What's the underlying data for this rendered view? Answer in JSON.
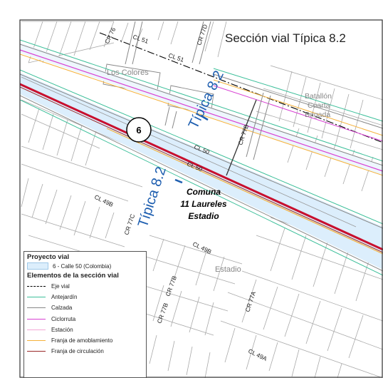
{
  "title": "Sección vial Típica 8.2",
  "route_badge": "6",
  "section_labels": [
    "Típica 8.2",
    "Típica 8.2"
  ],
  "street_labels": {
    "cr76": "CR 76",
    "cl51_a": "CL 51",
    "cr77d": "CR 77D",
    "cl51_b": "CL 51",
    "cl50_a": "CL 50",
    "cl50_b": "CL 50",
    "cl49b_a": "CL 49B",
    "cr77c": "CR 77C",
    "cl49b_b": "CL 49B",
    "cr77b_a": "CR 77B",
    "cr77b_b": "CR 77B",
    "cr77_right": "CR 77B",
    "cr77a": "CR 77A",
    "cl49a": "CL 49A"
  },
  "place_labels": {
    "los_colores": "Los Colores",
    "batallon_1": "Batallón",
    "batallon_2": "Cuarta",
    "batallon_3": "Brigada",
    "comuna_1": "Comuna",
    "comuna_2": "11 Laureles",
    "comuna_3": "Estadio",
    "estadio": "Estadio"
  },
  "legend": {
    "heading": "Proyecto vial",
    "project_item": "6 - Calle 50 (Colombia)",
    "section_heading": "Elementos de la sección vial",
    "items": [
      {
        "label": "Eje vial",
        "color": "#000000",
        "style": "dashdot"
      },
      {
        "label": "Antejardín",
        "color": "#3cbf9a",
        "style": "solid"
      },
      {
        "label": "Calzada",
        "color": "#888888",
        "style": "solid"
      },
      {
        "label": "Ciclorruta",
        "color": "#d83fd3",
        "style": "solid"
      },
      {
        "label": "Estación",
        "color": "#f3a6d6",
        "style": "solid"
      },
      {
        "label": "Franja de amoblamiento",
        "color": "#f5b13a",
        "style": "solid"
      },
      {
        "label": "Franja de circulación",
        "color": "#9a2a2a",
        "style": "solid"
      }
    ]
  },
  "colors": {
    "corridor_fill": "#dceefc",
    "road_red": "#c8102e",
    "badge_border": "#000000",
    "section_blue": "#1f5fb0"
  }
}
